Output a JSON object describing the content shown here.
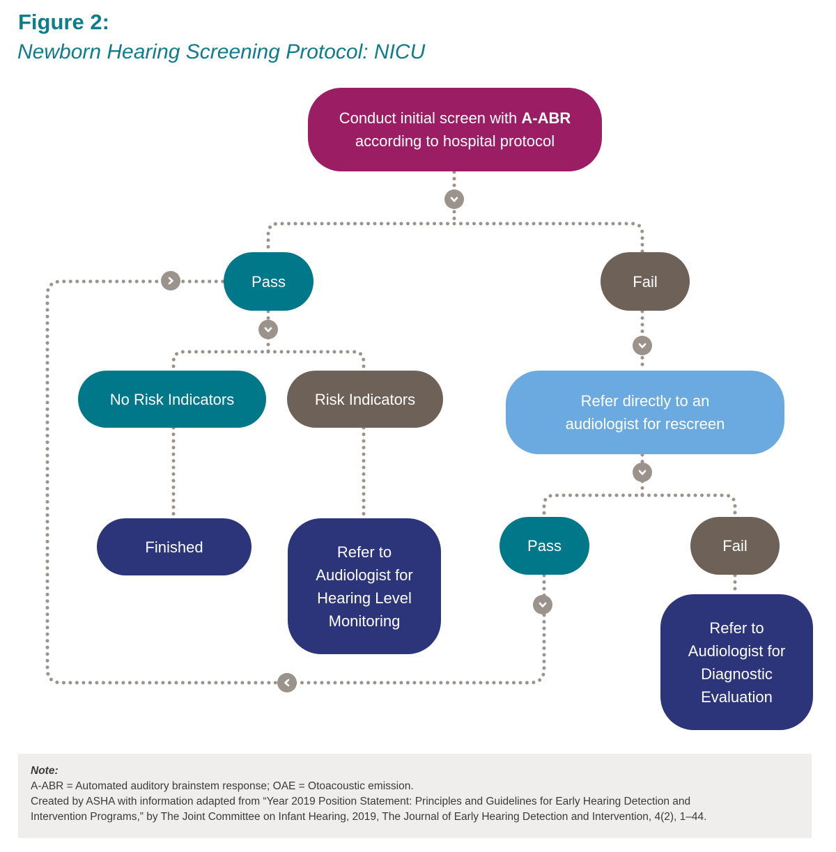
{
  "figure": {
    "label": "Figure 2:",
    "title": "Newborn Hearing Screening Protocol: NICU"
  },
  "colors": {
    "title": "#0e7c8a",
    "initial": "#9b1d63",
    "pass": "#00788a",
    "fail": "#6e6158",
    "rescreen": "#6aaae0",
    "outcome": "#2c347a",
    "connector": "#9b928c"
  },
  "nodes": {
    "initial": {
      "text_plain": "Conduct initial screen with ",
      "text_bold": "A-ABR",
      "text_line2": "according to hospital protocol"
    },
    "pass1": {
      "text": "Pass"
    },
    "fail1": {
      "text": "Fail"
    },
    "no_risk": {
      "text": "No Risk Indicators"
    },
    "risk": {
      "text": "Risk Indicators"
    },
    "finished": {
      "text": "Finished"
    },
    "monitoring": {
      "lines": [
        "Refer to",
        "Audiologist for",
        "Hearing Level",
        "Monitoring"
      ]
    },
    "rescreen": {
      "lines": [
        "Refer directly to an",
        "audiologist for rescreen"
      ]
    },
    "pass2": {
      "text": "Pass"
    },
    "fail2": {
      "text": "Fail"
    },
    "diagnostic": {
      "lines": [
        "Refer to",
        "Audiologist for",
        "Diagnostic",
        "Evaluation"
      ]
    }
  },
  "arrows": [
    {
      "id": "initial-down",
      "icon": "chevron-down"
    },
    {
      "id": "pass1-down",
      "icon": "chevron-down"
    },
    {
      "id": "fail1-down",
      "icon": "chevron-down"
    },
    {
      "id": "rescreen-down",
      "icon": "chevron-down"
    },
    {
      "id": "pass2-down",
      "icon": "chevron-down"
    },
    {
      "id": "loop-left",
      "icon": "chevron-left"
    },
    {
      "id": "loop-right",
      "icon": "chevron-right"
    }
  ],
  "note": {
    "heading": "Note:",
    "line1": "A-ABR = Automated auditory brainstem response; OAE = Otoacoustic emission.",
    "line2": "Created by ASHA with information adapted from “Year 2019 Position Statement: Principles and Guidelines for Early Hearing Detection and",
    "line3": "Intervention Programs,” by The Joint Committee on Infant Hearing, 2019, The Journal of Early Hearing Detection and Intervention, 4(2), 1–44."
  }
}
